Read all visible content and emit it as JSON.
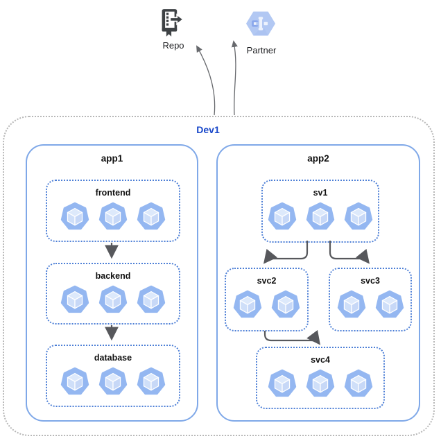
{
  "external": [
    {
      "id": "repo",
      "label": "Repo",
      "icon": "source-repository-icon"
    },
    {
      "id": "partner",
      "label": "Partner",
      "icon": "partner-hexagon-icon"
    }
  ],
  "boundary": {
    "label": "Dev1"
  },
  "apps": [
    {
      "label": "app1",
      "services": [
        {
          "label": "frontend",
          "pods": 3
        },
        {
          "label": "backend",
          "pods": 3
        },
        {
          "label": "database",
          "pods": 3
        }
      ],
      "flows": [
        {
          "from": "frontend",
          "to": "backend"
        },
        {
          "from": "backend",
          "to": "database"
        }
      ]
    },
    {
      "label": "app2",
      "services": [
        {
          "label": "sv1",
          "pods": 3
        },
        {
          "label": "svc2",
          "pods": 2
        },
        {
          "label": "svc3",
          "pods": 2
        },
        {
          "label": "svc4",
          "pods": 3
        }
      ],
      "flows": [
        {
          "from": "sv1",
          "to": "svc2"
        },
        {
          "from": "sv1",
          "to": "svc3"
        },
        {
          "from": "svc2",
          "to": "svc4"
        }
      ]
    }
  ],
  "external_flows": [
    {
      "from": "Dev1",
      "to": "Repo"
    },
    {
      "from": "Dev1",
      "to": "Partner"
    }
  ],
  "colors": {
    "boundary_border": "#b7b7b7",
    "boundary_label": "#1746c9",
    "app_border": "#7fa8e8",
    "service_border": "#4d7fd6",
    "flow_arrow": "#57585c",
    "thin_arrow": "#67696d",
    "pod_heptagon": "#94b7f1",
    "pod_cube_top": "#dde9fb",
    "pod_cube_left": "#cfdff9",
    "pod_cube_right": "#c7d8f7",
    "partner_hexagon": "#b2c8f3",
    "repo_icon": "#3e4245"
  }
}
